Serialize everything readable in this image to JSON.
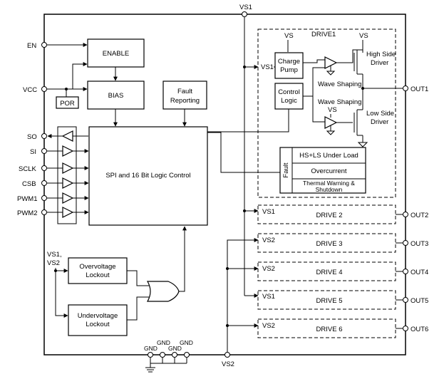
{
  "pins_left": {
    "en": "EN",
    "vcc": "VCC",
    "so": "SO",
    "si": "SI",
    "sclk": "SCLK",
    "csb": "CSB",
    "pwm1": "PWM1",
    "pwm2": "PWM2"
  },
  "pins_right": {
    "out1": "OUT1",
    "out2": "OUT2",
    "out3": "OUT3",
    "out4": "OUT4",
    "out5": "OUT5",
    "out6": "OUT6"
  },
  "supply": {
    "vs1_top": "VS1",
    "vs2_bottom": "VS2",
    "gnd_a": "GND",
    "gnd_b": "GND",
    "gnd_c": "GND",
    "gnd_d": "GND"
  },
  "blocks": {
    "enable": "ENABLE",
    "bias": "BIAS",
    "por": "POR",
    "fault_reporting_1": "Fault",
    "fault_reporting_2": "Reporting",
    "logic_control": "SPI and 16 Bit Logic Control",
    "overvoltage_1": "Overvoltage",
    "overvoltage_2": "Lockout",
    "undervoltage_1": "Undervoltage",
    "undervoltage_2": "Lockout",
    "vs_input_1": "VS1,",
    "vs_input_2": "VS2"
  },
  "drive1": {
    "title": "DRIVE1",
    "vs_charge": "VS",
    "vs_hs": "VS",
    "vs_ws": "VS",
    "vs1_input": "VS1",
    "charge_pump_1": "Charge",
    "charge_pump_2": "Pump",
    "control_logic_1": "Control",
    "control_logic_2": "Logic",
    "high_side_1": "High Side",
    "high_side_2": "Driver",
    "low_side_1": "Low Side",
    "low_side_2": "Driver",
    "wave_shaping_1": "Wave Shaping",
    "wave_shaping_2": "Wave Shaping",
    "fault_label": "Fault",
    "fault_underload": "HS+LS Under Load",
    "fault_overcurrent": "Overcurrent",
    "fault_thermal_1": "Thermal Warning &",
    "fault_thermal_2": "Shutdown"
  },
  "drives": [
    {
      "supply": "VS1",
      "name": "DRIVE 2"
    },
    {
      "supply": "VS2",
      "name": "DRIVE 3"
    },
    {
      "supply": "VS2",
      "name": "DRIVE 4"
    },
    {
      "supply": "VS1",
      "name": "DRIVE 5"
    },
    {
      "supply": "VS2",
      "name": "DRIVE 6"
    }
  ]
}
